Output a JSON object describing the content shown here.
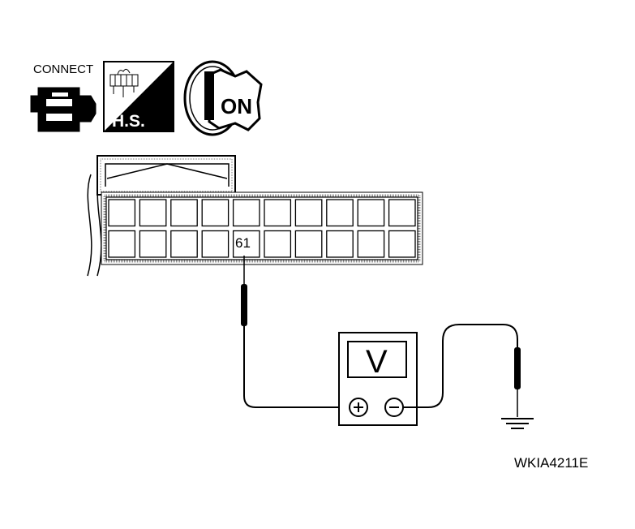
{
  "icons": {
    "connect_label": "CONNECT",
    "harness_label": "H.S.",
    "ignition_label": "ON"
  },
  "connector": {
    "pin_label": "61"
  },
  "meter": {
    "display": "V",
    "positive_symbol": "+",
    "negative_symbol": "−"
  },
  "figure_code": "WKIA4211E"
}
